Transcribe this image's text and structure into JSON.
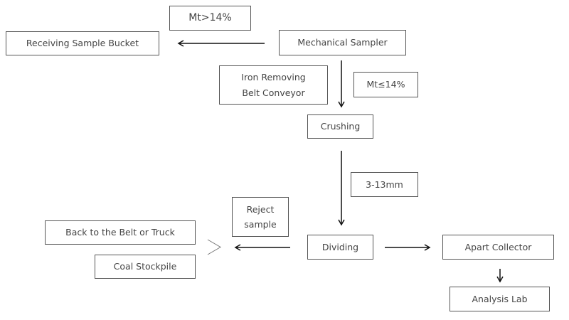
{
  "diagram": {
    "nodes": {
      "mt_gt": "Mt>14%",
      "receiving": "Receiving Sample Bucket",
      "sampler": "Mechanical Sampler",
      "iron": "Iron Removing\nBelt Conveyor",
      "mt_le": "Mt≤14%",
      "crushing": "Crushing",
      "size": "3-13mm",
      "reject": "Reject\nsample",
      "dividing": "Dividing",
      "back": "Back to the Belt or Truck",
      "stockpile": "Coal Stockpile",
      "collector": "Apart Collector",
      "lab": "Analysis Lab"
    },
    "edges": [
      {
        "from": "Mechanical Sampler",
        "to": "Receiving Sample Bucket",
        "label": "Mt>14%"
      },
      {
        "from": "Mechanical Sampler",
        "to": "Crushing",
        "label": "Mt≤14%"
      },
      {
        "from": "Crushing",
        "to": "Dividing",
        "label": "3-13mm"
      },
      {
        "from": "Dividing",
        "to": "Back to the Belt or Truck / Coal Stockpile",
        "label": "Reject sample"
      },
      {
        "from": "Dividing",
        "to": "Apart Collector"
      },
      {
        "from": "Apart Collector",
        "to": "Analysis Lab"
      }
    ]
  }
}
